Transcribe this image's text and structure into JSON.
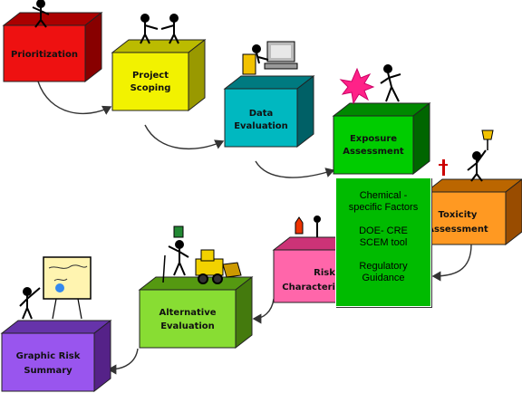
{
  "steps": [
    {
      "label1": "Prioritization",
      "label2": ""
    },
    {
      "label1": "Project",
      "label2": "Scoping"
    },
    {
      "label1": "Data",
      "label2": "Evaluation"
    },
    {
      "label1": "Exposure",
      "label2": "Assessment"
    },
    {
      "label1": "Toxicity",
      "label2": "Assessment"
    },
    {
      "label1": "Risk",
      "label2": "Characterization"
    },
    {
      "label1": "Alternative",
      "label2": "Evaluation"
    },
    {
      "label1": "Graphic Risk",
      "label2": "Summary"
    }
  ],
  "popup": {
    "line1": "Chemical -",
    "line2": "specific Factors",
    "line3": "DOE- CRE",
    "line4": "SCEM tool",
    "line5": "Regulatory",
    "line6": "Guidance"
  },
  "colors": {
    "prioritization": "#ee1111",
    "project_scoping": "#f2f200",
    "data_evaluation": "#00b8c0",
    "exposure_assessment": "#00cc00",
    "toxicity_assessment": "#ff9922",
    "risk_characterization": "#ff66aa",
    "alternative_evaluation": "#88dd33",
    "graphic_risk_summary": "#9955ee",
    "popup": "#00bb00"
  }
}
